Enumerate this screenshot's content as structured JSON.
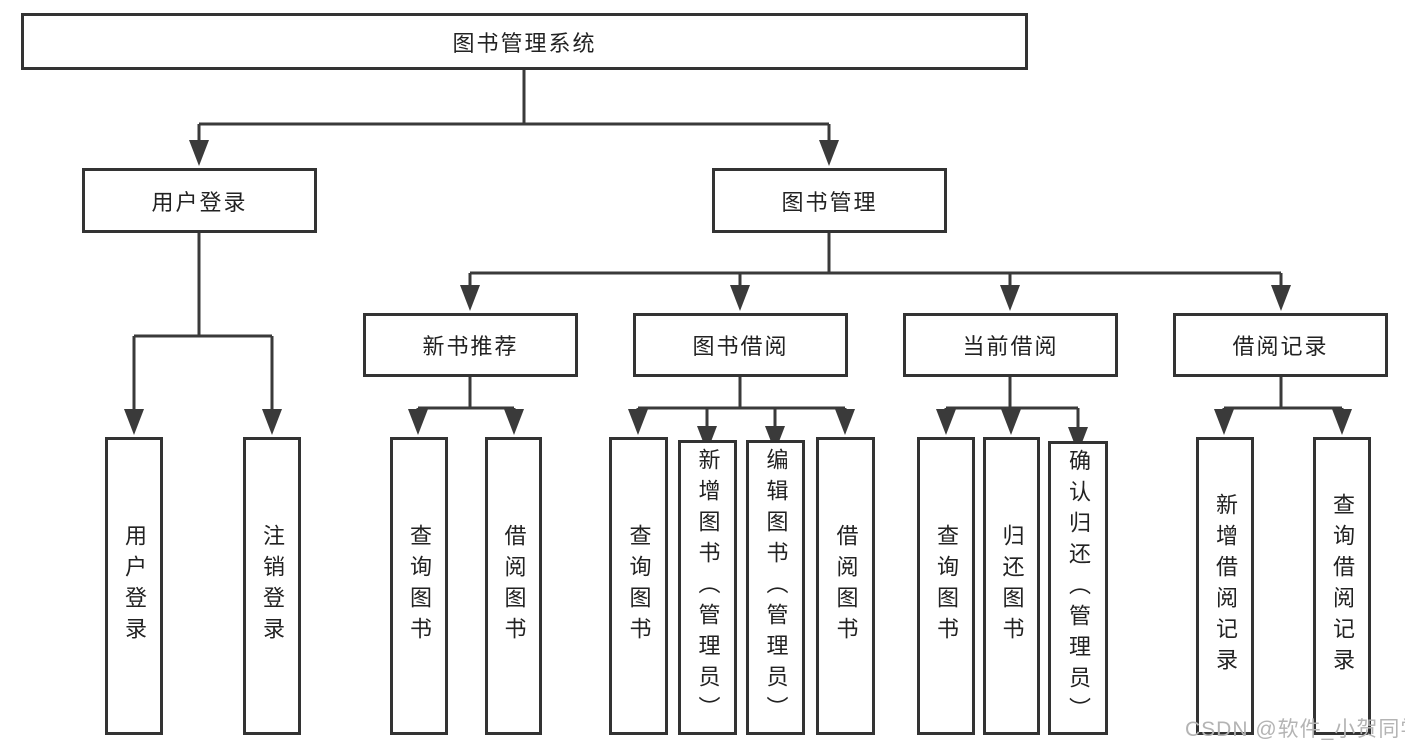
{
  "colors": {
    "line": "#3a3a3a",
    "box_border": "#333333",
    "text": "#222222",
    "background": "#ffffff",
    "watermark": "#b4b4b4"
  },
  "watermark": {
    "text": "CSDN @软件_小贺同学"
  },
  "diagram": {
    "type": "hierarchy-tree",
    "root": {
      "label": "图书管理系统",
      "children": [
        {
          "label": "用户登录",
          "children": [
            {
              "label": "用户登录"
            },
            {
              "label": "注销登录"
            }
          ]
        },
        {
          "label": "图书管理",
          "children": [
            {
              "label": "新书推荐",
              "children": [
                {
                  "label": "查询图书"
                },
                {
                  "label": "借阅图书"
                }
              ]
            },
            {
              "label": "图书借阅",
              "children": [
                {
                  "label": "查询图书"
                },
                {
                  "label": "新增图书（管理员）"
                },
                {
                  "label": "编辑图书（管理员）"
                },
                {
                  "label": "借阅图书"
                }
              ]
            },
            {
              "label": "当前借阅",
              "children": [
                {
                  "label": "查询图书"
                },
                {
                  "label": "归还图书"
                },
                {
                  "label": "确认归还（管理员）"
                }
              ]
            },
            {
              "label": "借阅记录",
              "children": [
                {
                  "label": "新增借阅记录"
                },
                {
                  "label": "查询借阅记录"
                }
              ]
            }
          ]
        }
      ]
    }
  }
}
